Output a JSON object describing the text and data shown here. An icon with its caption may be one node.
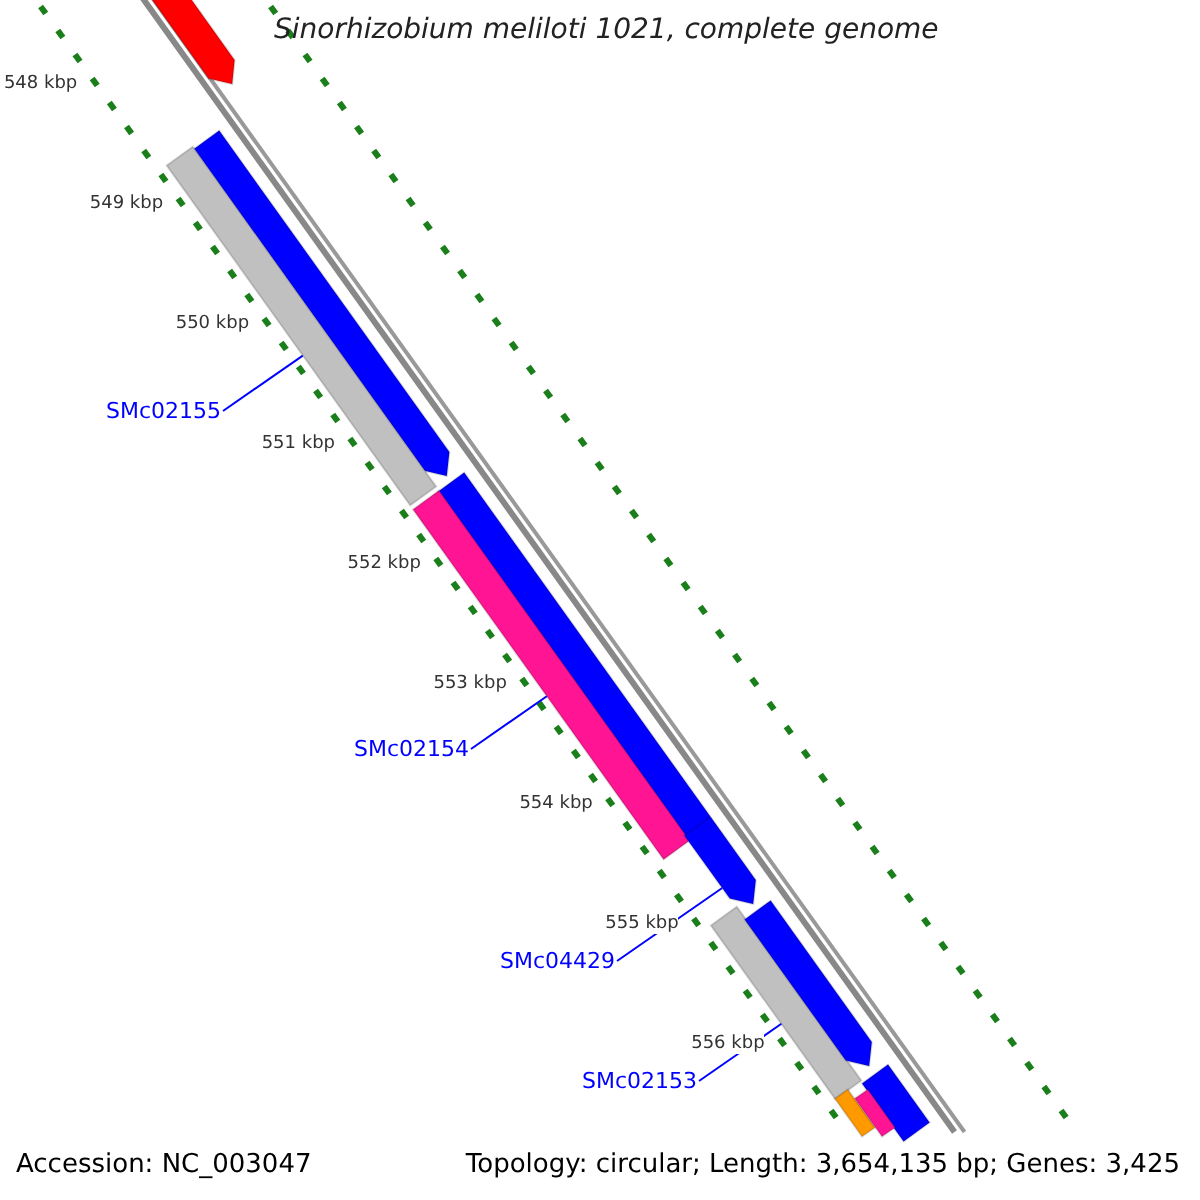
{
  "diagram": {
    "title": "Sinorhizobium meliloti 1021, complete genome",
    "nodes": [
      {
        "text": [
          "SMc02155"
        ]
      },
      {
        "text": [
          "SMc02154"
        ]
      },
      {
        "text": [
          "SMc04429"
        ]
      },
      {
        "text": [
          "SMc02153"
        ]
      },
      {
        "text": [],
        "shape": "bar"
      },
      {
        "text": [],
        "shape": "bar"
      },
      {
        "text": [],
        "shape": "bar"
      },
      {
        "text": [],
        "shape": "bar"
      },
      {
        "text": [],
        "shape": "bar"
      },
      {
        "text": [],
        "shape": "bar"
      },
      {
        "text": [],
        "shape": "bar"
      },
      {
        "text": [],
        "shape": "bar"
      },
      {
        "text": [],
        "shape": "bar"
      },
      {
        "text": [],
        "shape": "bar"
      },
      {
        "text": [],
        "shape": "bar"
      }
    ],
    "edges": [
      {
        "from": 0,
        "to": 6,
        "arrow": "none"
      },
      {
        "from": 1,
        "to": 8,
        "arrow": "none"
      },
      {
        "from": 2,
        "to": 9,
        "arrow": "none"
      },
      {
        "from": 3,
        "to": 10,
        "arrow": "none"
      }
    ],
    "labels": [
      "548 kbp",
      "549 kbp",
      "550 kbp",
      "551 kbp",
      "552 kbp",
      "553 kbp",
      "554 kbp",
      "555 kbp",
      "556 kbp",
      "Accession: NC_003047",
      "Topology: circular; Length: 3,654,135 bp; Genes: 3,425"
    ]
  }
}
